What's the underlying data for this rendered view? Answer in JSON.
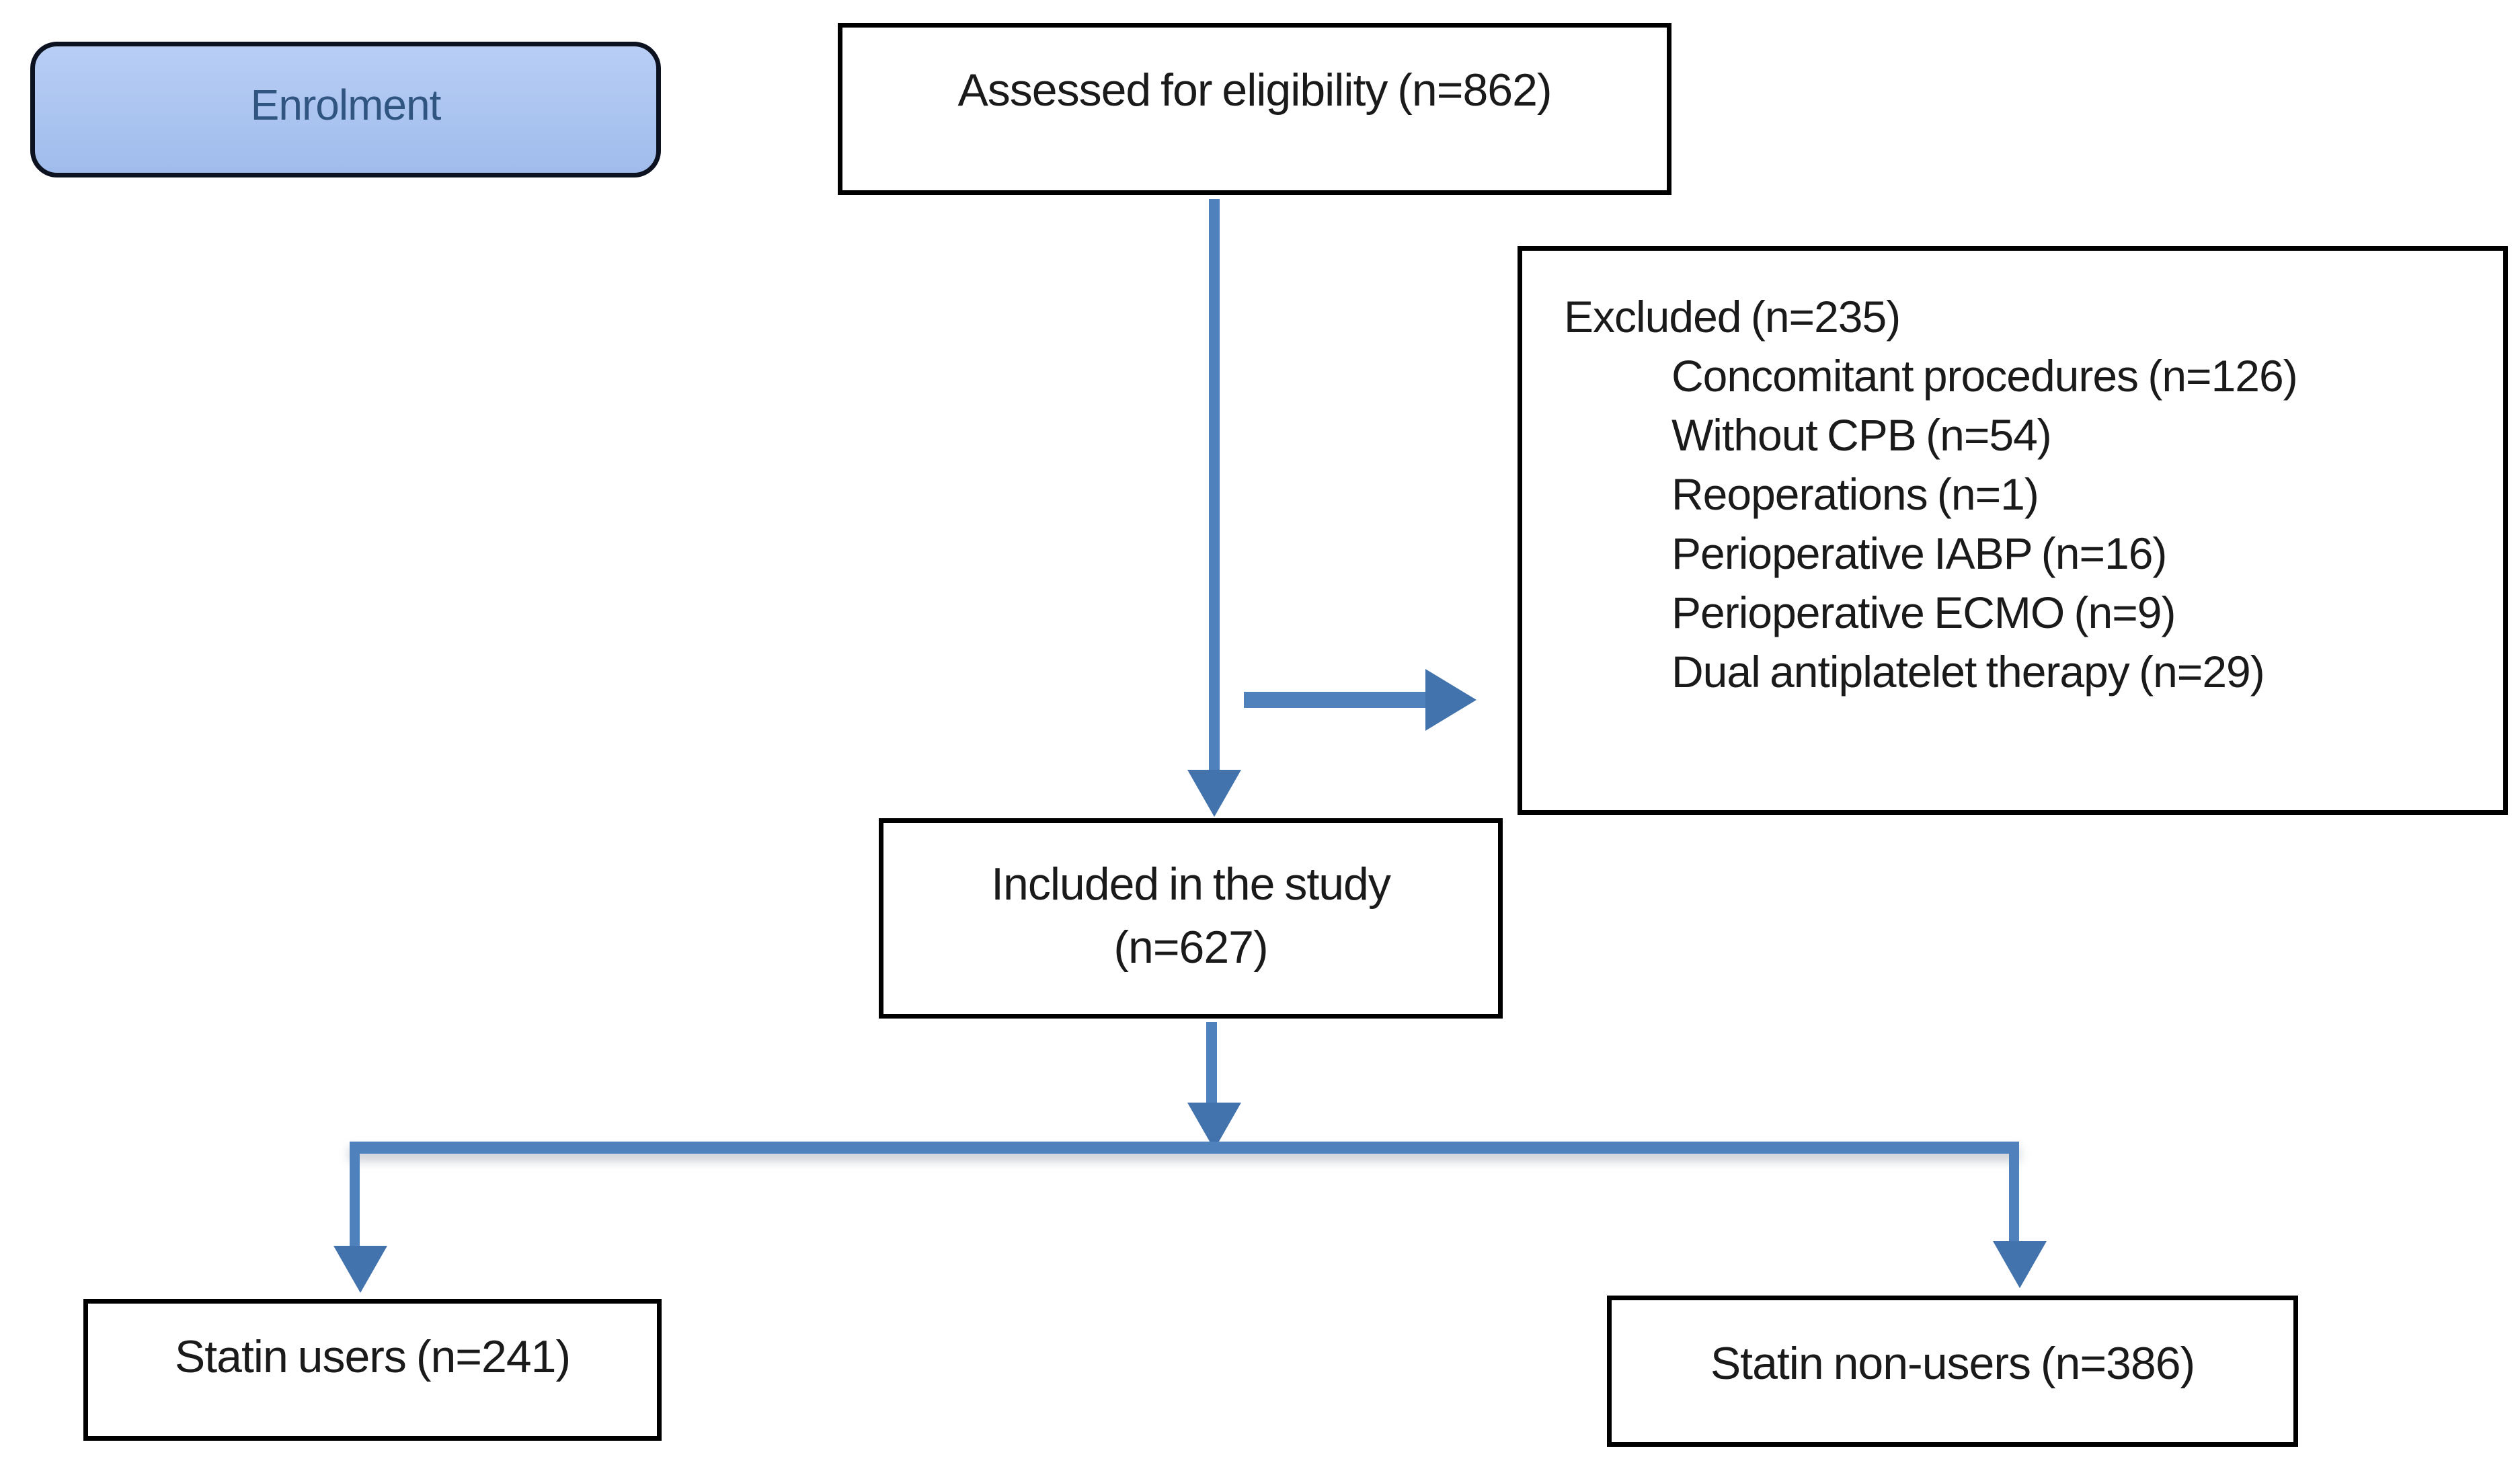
{
  "colors": {
    "arrow": "#4f81bd",
    "arrow_head": "#4273ad",
    "box_border": "#000000",
    "box_fill": "#ffffff",
    "text": "#1a1a1a",
    "enrolment_fill_top": "#b8cef5",
    "enrolment_fill_bottom": "#a0bcec",
    "enrolment_border": "#0c1220",
    "enrolment_text": "#2f5580",
    "background": "#ffffff"
  },
  "stage": {
    "label": "Enrolment"
  },
  "flow": {
    "assessed": {
      "label": "Assessed for eligibility (n=862)"
    },
    "excluded": {
      "title": "Excluded (n=235)",
      "items": [
        "Concomitant procedures (n=126)",
        "Without CPB (n=54)",
        "Reoperations (n=1)",
        "Perioperative IABP (n=16)",
        "Perioperative ECMO (n=9)",
        "Dual antiplatelet therapy (n=29)"
      ]
    },
    "included": {
      "line1": "Included in the study",
      "line2": "(n=627)"
    },
    "statin_users": {
      "label": "Statin users (n=241)"
    },
    "statin_non_users": {
      "label": "Statin non-users (n=386)"
    }
  }
}
